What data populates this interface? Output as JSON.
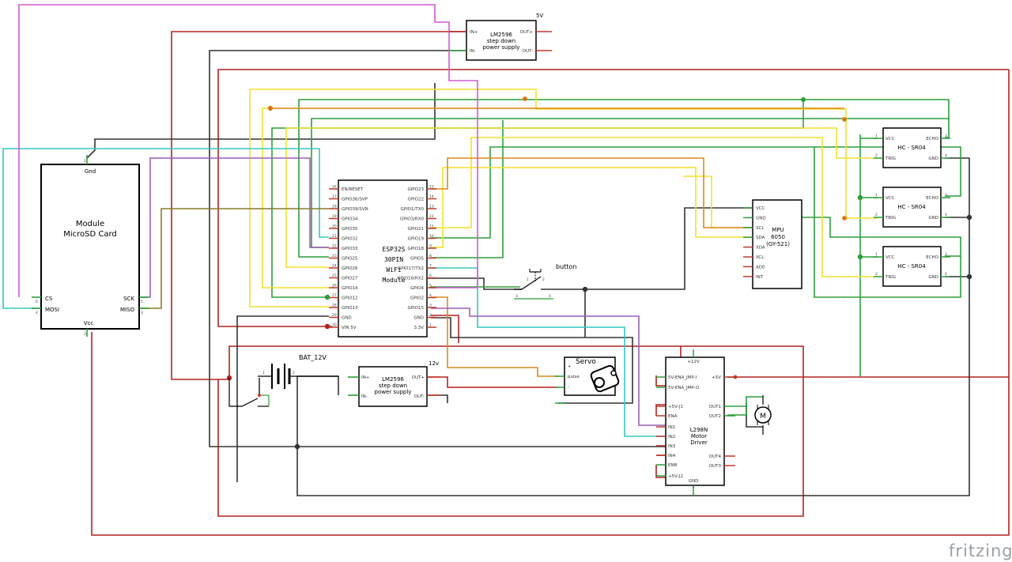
{
  "lm_top": {
    "title1": "LM2596",
    "title2": "step down",
    "title3": "power supply",
    "in_pos": "IN+",
    "in_neg": "IN-",
    "out_pos": "OUT+",
    "out_neg": "OUT-",
    "out_label": "5V"
  },
  "lm_bottom": {
    "title1": "LM2596",
    "title2": "step down",
    "title3": "power supply",
    "in_pos": "IN+",
    "in_neg": "IN-",
    "out_pos": "OUT+",
    "out_neg": "OUT-",
    "out_label": "12v"
  },
  "sd": {
    "title1": "Module",
    "title2": "MicroSD Card",
    "gnd": "Gnd",
    "cs": "CS",
    "mosi": "MOSI",
    "sck": "SCK",
    "miso": "MISO",
    "vcc": "Vcc",
    "n_gnd": "1",
    "n_cs": "6",
    "n_mosi": "4",
    "n_sck": "5",
    "n_miso": "3",
    "n_vcc": "2"
  },
  "esp": {
    "t1": "ESP32S",
    "t2": "30PIN",
    "t3": "WiFi",
    "t4": "Module",
    "left": [
      "EN/RESET",
      "GPIO36/SVP",
      "GPIO39/SVN",
      "GPIO34",
      "GPIO35",
      "GPIO32",
      "GPIO33",
      "GPIO25",
      "GPIO26",
      "GPIO27",
      "GPIO14",
      "GPIO12",
      "GPIO13",
      "GND",
      "VIN 5V"
    ],
    "right": [
      "GPIO23",
      "GPIO22",
      "GPIO1/TX0",
      "GPIO3/RX0",
      "GPIO21",
      "GPIO19",
      "GPIO18",
      "GPIO5",
      "GPIO17/TX2",
      "GPIO16/RX2",
      "GPIO4",
      "GPIO2",
      "GPIO15",
      "GND",
      "3.3V"
    ],
    "left_nums": [
      "16",
      "17",
      "18",
      "19",
      "20",
      "21",
      "22",
      "23",
      "24",
      "25",
      "26",
      "27",
      "28",
      "29",
      "30"
    ],
    "right_nums": [
      "15",
      "14",
      "13",
      "12",
      "11",
      "10",
      "9",
      "8",
      "7",
      "6",
      "5",
      "4",
      "3",
      "2",
      "1"
    ]
  },
  "mpu": {
    "t1": "MPU",
    "t2": "6050",
    "t3": "(GY-521)",
    "pins": [
      "VCC",
      "GND",
      "SCL",
      "SDA",
      "XDA",
      "XCL",
      "AD0",
      "INT"
    ]
  },
  "sr": [
    {
      "title": "HC - SR04",
      "vcc": "VCC",
      "trig": "TRIG",
      "echo": "ECHO",
      "gnd": "GND",
      "n1": "1",
      "n2": "2",
      "n3": "3",
      "n4": "4"
    },
    {
      "title": "HC - SR04",
      "vcc": "VCC",
      "trig": "TRIG",
      "echo": "ECHO",
      "gnd": "GND",
      "n1": "1",
      "n2": "2",
      "n3": "3",
      "n4": "4"
    },
    {
      "title": "HC - SR04",
      "vcc": "VCC",
      "trig": "TRIG",
      "echo": "ECHO",
      "gnd": "GND",
      "n1": "1",
      "n2": "2",
      "n3": "3",
      "n4": "4"
    }
  ],
  "button": {
    "label": "button",
    "n1": "1",
    "n2": "2",
    "n3": "3",
    "n4": "4"
  },
  "servo": {
    "label": "Servo",
    "plus": "+",
    "pulse": "pulse",
    "minus": "-"
  },
  "battery": {
    "label": "BAT_12V",
    "n1": "1",
    "n2": "2"
  },
  "l298": {
    "t1": "L298N",
    "t2": "Motor",
    "t3": "Driver",
    "v12": "+12V",
    "v5": "+5V",
    "gnd": "GND",
    "left": [
      "5V-ENA_JMP-I",
      "5V-ENA_JMP-O",
      "+5V-J1",
      "ENA",
      "IN1",
      "IN2",
      "IN3",
      "IN4",
      "ENB",
      "+5V-J2"
    ],
    "right": [
      "OUT1",
      "OUT2",
      "OUT4",
      "OUT3"
    ]
  },
  "motor": {
    "label": "M"
  },
  "watermark": "fritzing",
  "colors": {
    "red": "#b22222",
    "black": "#333333",
    "green": "#2e9e3a",
    "yellow": "#f2e12d",
    "cyan": "#35c8c0",
    "magenta": "#d35ad3",
    "purple": "#9b5fb5",
    "orange": "#d98a1f",
    "olive": "#8a7a2a",
    "pin_red": "#c0392b",
    "pin_green": "#2ea44f"
  }
}
